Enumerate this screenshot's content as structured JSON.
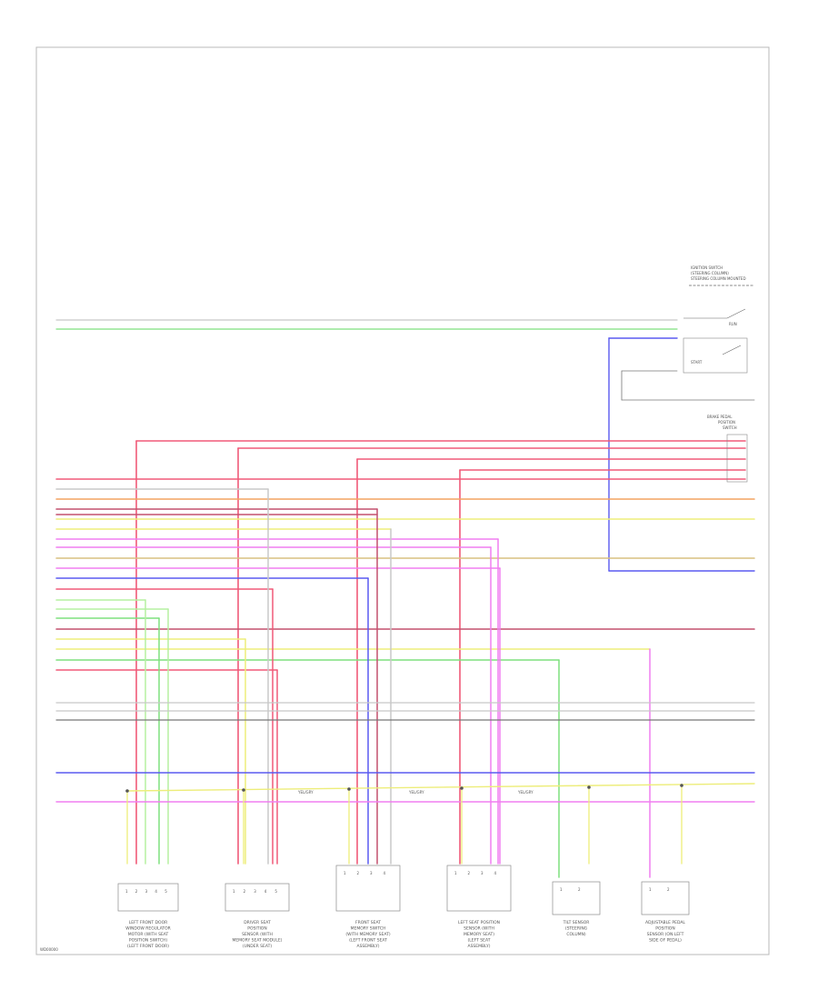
{
  "colors": {
    "red": "#f05a78",
    "gray": "#c8c8c8",
    "orange": "#f4a460",
    "yellow": "#eded7a",
    "green": "#7ee07e",
    "lightgreen": "#b5f0a0",
    "pink": "#f07ef0",
    "blue": "#5a5af0",
    "darkred": "#c4506e",
    "tan": "#d8c080",
    "black": "#777777",
    "frame": "#b0b0b0"
  },
  "footer_code": "WD00000",
  "switches": {
    "top": {
      "lines": [
        "IGNITION SWITCH",
        "(STEERING COLUMN)",
        "STEERING COLUMN MOUNTED"
      ],
      "contacts": [
        "RUN",
        "START"
      ]
    },
    "pedal": {
      "lines": [
        "BRAKE PEDAL",
        "POSITION",
        "SWITCH"
      ]
    }
  },
  "segment_labels": {
    "yellow_bus": [
      "YEL/GRY",
      "YEL/GRY",
      "YEL/GRY"
    ]
  },
  "components": [
    {
      "lines": [
        "LEFT FRONT DOOR",
        "WINDOW REGULATOR",
        "MOTOR (WITH SEAT",
        "POSITION SWITCH)",
        "(LEFT FRONT DOOR)"
      ],
      "pins": [
        "1",
        "2",
        "3",
        "4",
        "5"
      ]
    },
    {
      "lines": [
        "DRIVER SEAT",
        "POSITION",
        "SENSOR (WITH",
        "MEMORY SEAT MODULE)",
        "(UNDER SEAT)"
      ],
      "pins": [
        "1",
        "2",
        "3",
        "4",
        "5"
      ]
    },
    {
      "lines": [
        "FRONT SEAT",
        "MEMORY SWITCH",
        "(WITH MEMORY SEAT)",
        "(LEFT FRONT SEAT",
        "ASSEMBLY)"
      ],
      "pins": [
        "1",
        "2",
        "3",
        "4"
      ]
    },
    {
      "lines": [
        "LEFT SEAT POSITION",
        "SENSOR (WITH",
        "MEMORY SEAT)",
        "(LEFT SEAT",
        "ASSEMBLY)"
      ],
      "pins": [
        "1",
        "2",
        "3",
        "4"
      ]
    },
    {
      "lines": [
        "TILT SENSOR",
        "(STEERING",
        "COLUMN)"
      ],
      "pins": [
        "1",
        "2"
      ]
    },
    {
      "lines": [
        "ADJUSTABLE PEDAL",
        "POSITION",
        "SENSOR (ON LEFT",
        "SIDE OF PEDAL)"
      ],
      "pins": [
        "1",
        "2"
      ]
    }
  ]
}
